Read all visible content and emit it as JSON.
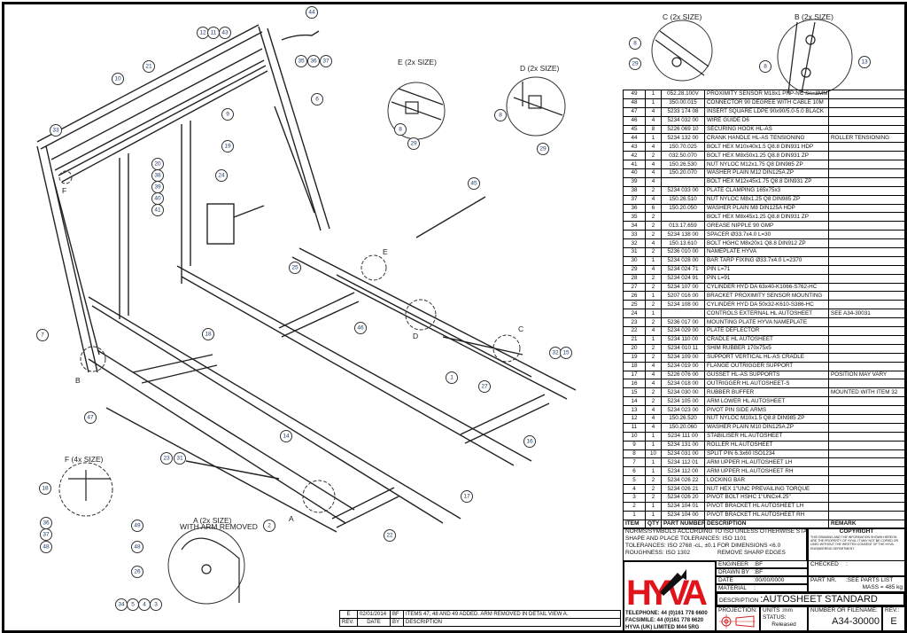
{
  "drawing": {
    "view_labels": {
      "E": "E (2x SIZE)",
      "D": "D (2x SIZE)",
      "C": "C (2x SIZE)",
      "B": "B (2x SIZE)",
      "F": "F (4x SIZE)",
      "A": "A (2x SIZE)",
      "A_note": "WITH ARM REMOVED"
    },
    "view_letters": [
      "F",
      "E",
      "D",
      "C",
      "B",
      "A"
    ],
    "balloons": [
      "44",
      "12",
      "11",
      "43",
      "35",
      "36",
      "37",
      "21",
      "10",
      "6",
      "9",
      "33",
      "19",
      "20",
      "38",
      "39",
      "40",
      "41",
      "24",
      "45",
      "25",
      "46",
      "1",
      "27",
      "32",
      "15",
      "16",
      "17",
      "22",
      "14",
      "2",
      "23",
      "31",
      "47",
      "18",
      "7",
      "18",
      "36",
      "37",
      "48",
      "49",
      "48",
      "26",
      "34",
      "5",
      "4",
      "3",
      "8",
      "29",
      "8",
      "29",
      "8",
      "29",
      "8",
      "13"
    ]
  },
  "parts_list": {
    "headers": [
      "ITEM",
      "QTY",
      "PART NUMBER",
      "DESCRIPTION",
      "REMARK"
    ],
    "rows": [
      [
        "49",
        "1",
        "052.28.100V",
        "PROXIMITY SENSOR M18x1 PNP-NC Sn=8MM",
        ""
      ],
      [
        "48",
        "1",
        "350.00.015",
        "CONNECTOR 90 DEGREE WITH CABLE 10M",
        ""
      ],
      [
        "47",
        "4",
        "5233 174 08",
        "INSERT SQUARE LDPE 90x90/5.0-5.0 BLACK",
        ""
      ],
      [
        "46",
        "4",
        "5234 032 00",
        "WIRE GUIDE D6",
        ""
      ],
      [
        "45",
        "8",
        "5226 069 10",
        "SECURING HOOK HL-AS",
        ""
      ],
      [
        "44",
        "1",
        "5234 132 00",
        "CRANK HANDLE HL-AS TENSIONING",
        "ROLLER TENSIONING"
      ],
      [
        "43",
        "4",
        "150.70.025",
        "BOLT HEX M10x40x1.5 Q8.8 DIN931 HDP",
        ""
      ],
      [
        "42",
        "2",
        "032.50.070",
        "BOLT HEX M8x50x1.25 Q8.8 DIN931 ZP",
        ""
      ],
      [
        "41",
        "4",
        "150.26.530",
        "NUT NYLOC M12x1.75 Q8 DIN985 ZP",
        ""
      ],
      [
        "40",
        "4",
        "150.20.070",
        "WASHER PLAIN M12 DIN125A ZP",
        ""
      ],
      [
        "39",
        "4",
        "",
        "BOLT HEX M12x45x1.75 Q8.8 DIN931 ZP",
        ""
      ],
      [
        "38",
        "2",
        "5234 033 00",
        "PLATE CLAMPING 165x75x3",
        ""
      ],
      [
        "37",
        "4",
        "150.26.510",
        "NUT NYLOC M8x1.25 Q8 DIN985 ZP",
        ""
      ],
      [
        "36",
        "6",
        "150.20.050",
        "WASHER PLAIN M8 DIN125A HDP",
        ""
      ],
      [
        "35",
        "2",
        "",
        "BOLT HEX M8x45x1.25 Q8.8 DIN931 ZP",
        ""
      ],
      [
        "34",
        "2",
        "013.17.659",
        "GREASE NIPPLE 90 GMP",
        ""
      ],
      [
        "33",
        "2",
        "5234 138 00",
        "SPACER Ø33.7x4.0 L=30",
        ""
      ],
      [
        "32",
        "4",
        "150.13.610",
        "BOLT HGHC M8x20x1 Q8.8 DIN912 ZP",
        ""
      ],
      [
        "31",
        "2",
        "5236 010 00",
        "NAMEPLATE HYVA",
        ""
      ],
      [
        "30",
        "1",
        "5234 028 00",
        "BAR TARP FIXING Ø33.7x4.0 L=2370",
        ""
      ],
      [
        "29",
        "4",
        "5234 024 71",
        "PIN L=71",
        ""
      ],
      [
        "28",
        "2",
        "5234 024 91",
        "PIN L=91",
        ""
      ],
      [
        "27",
        "2",
        "5234 107 00",
        "CYLINDER HYD DA 63x40-K1066-S762-HC",
        ""
      ],
      [
        "26",
        "1",
        "5207 016 00",
        "BRACKET PROXIMITY SENSOR MOUNTING",
        ""
      ],
      [
        "25",
        "2",
        "5234 108 00",
        "CYLINDER HYD DA 50x32-K610-S386-HC",
        ""
      ],
      [
        "24",
        "1",
        "",
        "CONTROLS EXTERNAL HL AUTOSHEET",
        "SEE A34-30031"
      ],
      [
        "23",
        "2",
        "5236 017 00",
        "MOUNTING PLATE HYVA NAMEPLATE",
        ""
      ],
      [
        "22",
        "4",
        "5234 029 00",
        "PLATE DEFLECTOR",
        ""
      ],
      [
        "21",
        "1",
        "5234 110 00",
        "CRADLE HL AUTOSHEET",
        ""
      ],
      [
        "20",
        "2",
        "5234 010 11",
        "SHIM RUBBER 170x75x5",
        ""
      ],
      [
        "19",
        "2",
        "5234 109 00",
        "SUPPORT VERTICAL HL-AS CRADLE",
        ""
      ],
      [
        "18",
        "4",
        "5234 019 00",
        "FLANGE OUTRIGGER SUPPORT",
        ""
      ],
      [
        "17",
        "4",
        "5226 076 00",
        "GUSSET HL-AS SUPPORTS",
        "POSITION MAY VARY"
      ],
      [
        "16",
        "4",
        "5234 018 00",
        "OUTRIGGER HL AUTOSHEET-S",
        ""
      ],
      [
        "15",
        "2",
        "5234 030 00",
        "RUBBER BUFFER",
        "MOUNTED WITH ITEM 32"
      ],
      [
        "14",
        "2",
        "5234 105 00",
        "ARM LOWER HL AUTOSHEET",
        ""
      ],
      [
        "13",
        "4",
        "5234 023 00",
        "PIVOT PIN SIDE ARMS",
        ""
      ],
      [
        "12",
        "4",
        "150.26.520",
        "NUT NYLOC M10x1.5 Q8.8 DIN985 ZP",
        ""
      ],
      [
        "11",
        "4",
        "150.20.060",
        "WASHER PLAIN M10 DIN125A ZP",
        ""
      ],
      [
        "10",
        "1",
        "5234 111 00",
        "STABILISER HL AUTOSHEET",
        ""
      ],
      [
        "9",
        "1",
        "5234 131 00",
        "ROLLER HL AUTOSHEET",
        ""
      ],
      [
        "8",
        "10",
        "5234 031 00",
        "SPLIT PIN 6.3x60 ISO1234",
        ""
      ],
      [
        "7",
        "1",
        "5234 112 01",
        "ARM UPPER HL AUTOSHEET LH",
        ""
      ],
      [
        "6",
        "1",
        "5234 112 00",
        "ARM UPPER HL AUTOSHEET RH",
        ""
      ],
      [
        "5",
        "2",
        "5234 026 22",
        "LOCKING BAR",
        ""
      ],
      [
        "4",
        "2",
        "5234 026 21",
        "NUT HEX 1\"UNC PREVAILING TORQUE",
        ""
      ],
      [
        "3",
        "2",
        "5234 026 20",
        "PIVOT BOLT HSHC 1\"UNCx4.25\"",
        ""
      ],
      [
        "2",
        "1",
        "5234 104 01",
        "PIVOT BRACKET HL AUTOSHEET LH",
        ""
      ],
      [
        "1",
        "1",
        "5234 104 00",
        "PIVOT BRACKET HL AUTOSHEET RH",
        ""
      ]
    ]
  },
  "title_block": {
    "notes": [
      "NORMS/SYMBOLS ACCORDING TO ISO UNLESS OTHERWISE STATED.",
      "SHAPE AND PLACE TOLERANCES: ISO 1101",
      "TOLERANCES: ISO 2768 -cL, ±0.1 FOR DIMENSIONS <6.0",
      "ROUGHNESS: ISO 1302"
    ],
    "remove_sharp_edges": "REMOVE SHARP EDGES",
    "copyright": "COPYRIGHT",
    "copyright_text": "THIS DRAWING AND THE INFORMATION SHOWN HEREON ARE THE PROPERTY OF HYVA. IT MAY NOT BE COPIED OR USED WITHOUT THE WRITTEN CONSENT OF THE HYVA ENGINEERING DEPARTMENT.",
    "engineer_label": "ENGINEER",
    "engineer": ":BF",
    "drawn_by_label": "DRAWN BY",
    "drawn_by": ":BF",
    "date_label": "DATE",
    "date": ":00/00/0000",
    "material_label": "MATERIAL",
    "material": ":",
    "checked_label": "CHECKED",
    "checked": ":",
    "part_nr_label": "PART NR.",
    "part_nr": ":SEE PARTS LIST",
    "mass": "MASS = 485 kg",
    "description_label": "DESCRIPTION",
    "description": ":AUTOSHEET STANDARD",
    "projection_label": "PROJECTION:",
    "units_label": "UNITS",
    "units": ":mm",
    "status_label": "STATUS:",
    "status": "Released",
    "number_label": "NUMBER OR FILENAME:",
    "number": "A34-30000",
    "rev_label": "REV.:",
    "rev": "E",
    "logo": "HYVA",
    "logo_color": "#e2141b",
    "contact": [
      "TELEPHONE: 44 (0)161 778 6600",
      "FACSIMILE: 44 (0)161 778 6620",
      "HYVA (UK) LIMITED M44 5RG"
    ]
  },
  "revisions": {
    "headers": [
      "REV.",
      "DATE",
      "BY",
      "DESCRIPTION"
    ],
    "rows": [
      [
        "E",
        "02/01/2014",
        "BF",
        "ITEMS 47, 48 AND 49 ADDED. ARM REMOVED IN DETAIL VIEW A."
      ]
    ]
  }
}
